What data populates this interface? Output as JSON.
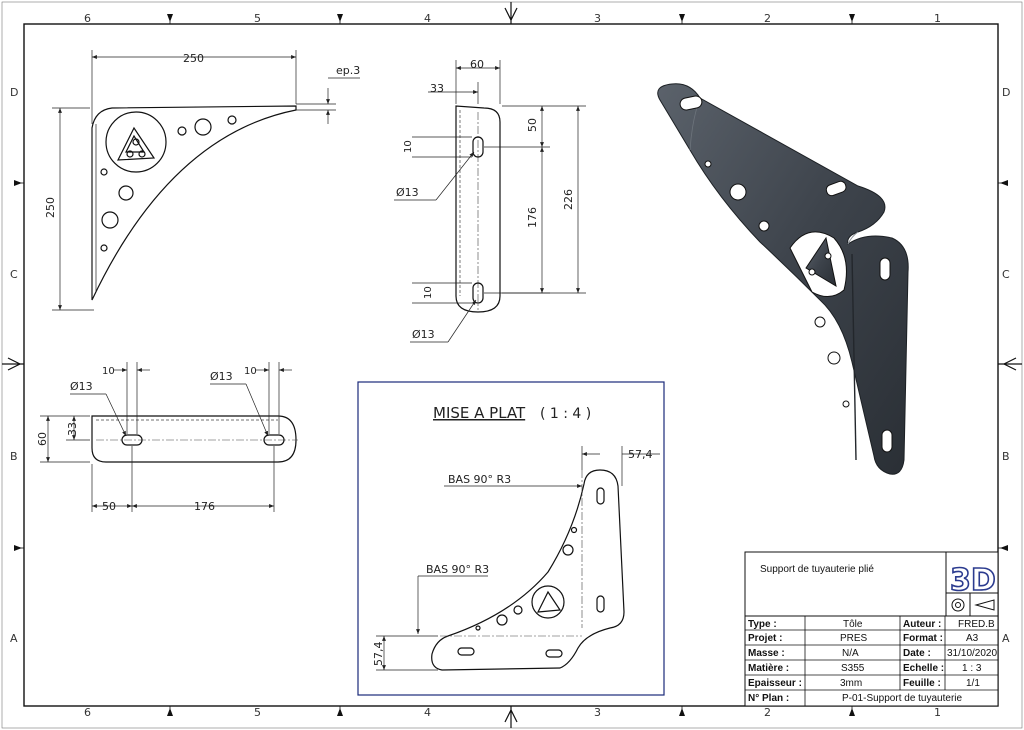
{
  "zones": {
    "columns": [
      "6",
      "5",
      "4",
      "3",
      "2",
      "1"
    ],
    "rows": [
      "D",
      "C",
      "B",
      "A"
    ]
  },
  "views": {
    "side": {
      "dim_width": "250",
      "dim_height": "250",
      "dim_thickness": "ep.3"
    },
    "front": {
      "dim_width": "60",
      "dim_offset": "33",
      "dim_top": "50",
      "dim_mid": "176",
      "dim_total": "226",
      "dim_slot_top": "10",
      "dim_slot_bottom": "10",
      "hole_top": "Ø13",
      "hole_bottom": "Ø13"
    },
    "top": {
      "dim_height": "60",
      "dim_offset": "33",
      "dim_left": "50",
      "dim_mid": "176",
      "dim_slot_left": "10",
      "dim_slot_right": "10",
      "hole_left": "Ø13",
      "hole_right": "Ø13"
    },
    "flat": {
      "title": "MISE A PLAT",
      "scale": "( 1 : 4 )",
      "dim_right": "57,4",
      "dim_bottom": "57,4",
      "bend_top": "BAS 90° R3",
      "bend_left": "BAS 90° R3"
    }
  },
  "title_block": {
    "title": "Support de tuyauterie plié",
    "logo": "3D",
    "rows": [
      {
        "label": "Type :",
        "value": "Tôle",
        "label2": "Auteur :",
        "value2": "FRED.B"
      },
      {
        "label": "Projet :",
        "value": "PRES",
        "label2": "Format :",
        "value2": "A3"
      },
      {
        "label": "Masse :",
        "value": "N/A",
        "label2": "Date :",
        "value2": "31/10/2020"
      },
      {
        "label": "Matière :",
        "value": "S355",
        "label2": "Echelle :",
        "value2": "1 : 3"
      },
      {
        "label": "Epaisseur :",
        "value": "3mm",
        "label2": "Feuille :",
        "value2": "1/1"
      }
    ],
    "plan_label": "N° Plan :",
    "plan_value": "P-01-Support de tuyauterie"
  },
  "colors": {
    "frame": "#111111",
    "flat_border": "#1a2a7a",
    "part_3d": "#3d434b",
    "part_3d_edge": "#1c2024"
  }
}
